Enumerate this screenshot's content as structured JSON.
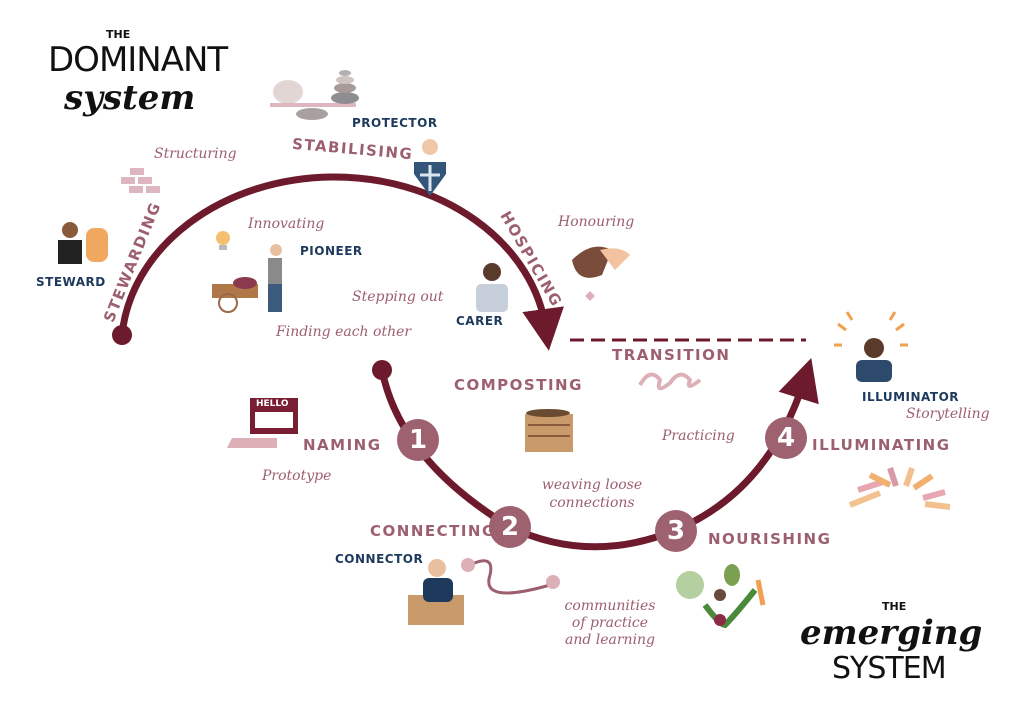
{
  "titles": {
    "dominant": {
      "the": "THE",
      "main": "DOMINANT",
      "sub": "system"
    },
    "emerging": {
      "the": "THE",
      "main": "emerging",
      "sub": "SYSTEM"
    }
  },
  "dominant_phases": {
    "stewarding": "STEWARDING",
    "stabilising": "STABILISING",
    "hospicing": "HOSPICING"
  },
  "roles": {
    "steward": "STEWARD",
    "protector": "PROTECTOR",
    "pioneer": "PIONEER",
    "carer": "CARER",
    "connector": "CONNECTOR",
    "illuminator": "ILLUMINATOR"
  },
  "activities": {
    "structuring": "Structuring",
    "innovating": "Innovating",
    "stepping_out": "Stepping out",
    "finding_each_other": "Finding each other",
    "honouring": "Honouring",
    "prototype": "Prototype",
    "weaving": "weaving loose connections",
    "practicing": "Practicing",
    "storytelling": "Storytelling",
    "communities": "communities of practice and learning"
  },
  "transition": "TRANSITION",
  "composting": "COMPOSTING",
  "steps": [
    {
      "number": "1",
      "label": "NAMING"
    },
    {
      "number": "2",
      "label": "CONNECTING"
    },
    {
      "number": "3",
      "label": "NOURISHING"
    },
    {
      "number": "4",
      "label": "ILLUMINATING"
    }
  ],
  "name_tag": {
    "hello": "HELLO"
  },
  "colors": {
    "arc": "#6d1a2c",
    "accent": "#9c5f6e",
    "role": "#1d3a5c",
    "step": "#9e6170"
  }
}
